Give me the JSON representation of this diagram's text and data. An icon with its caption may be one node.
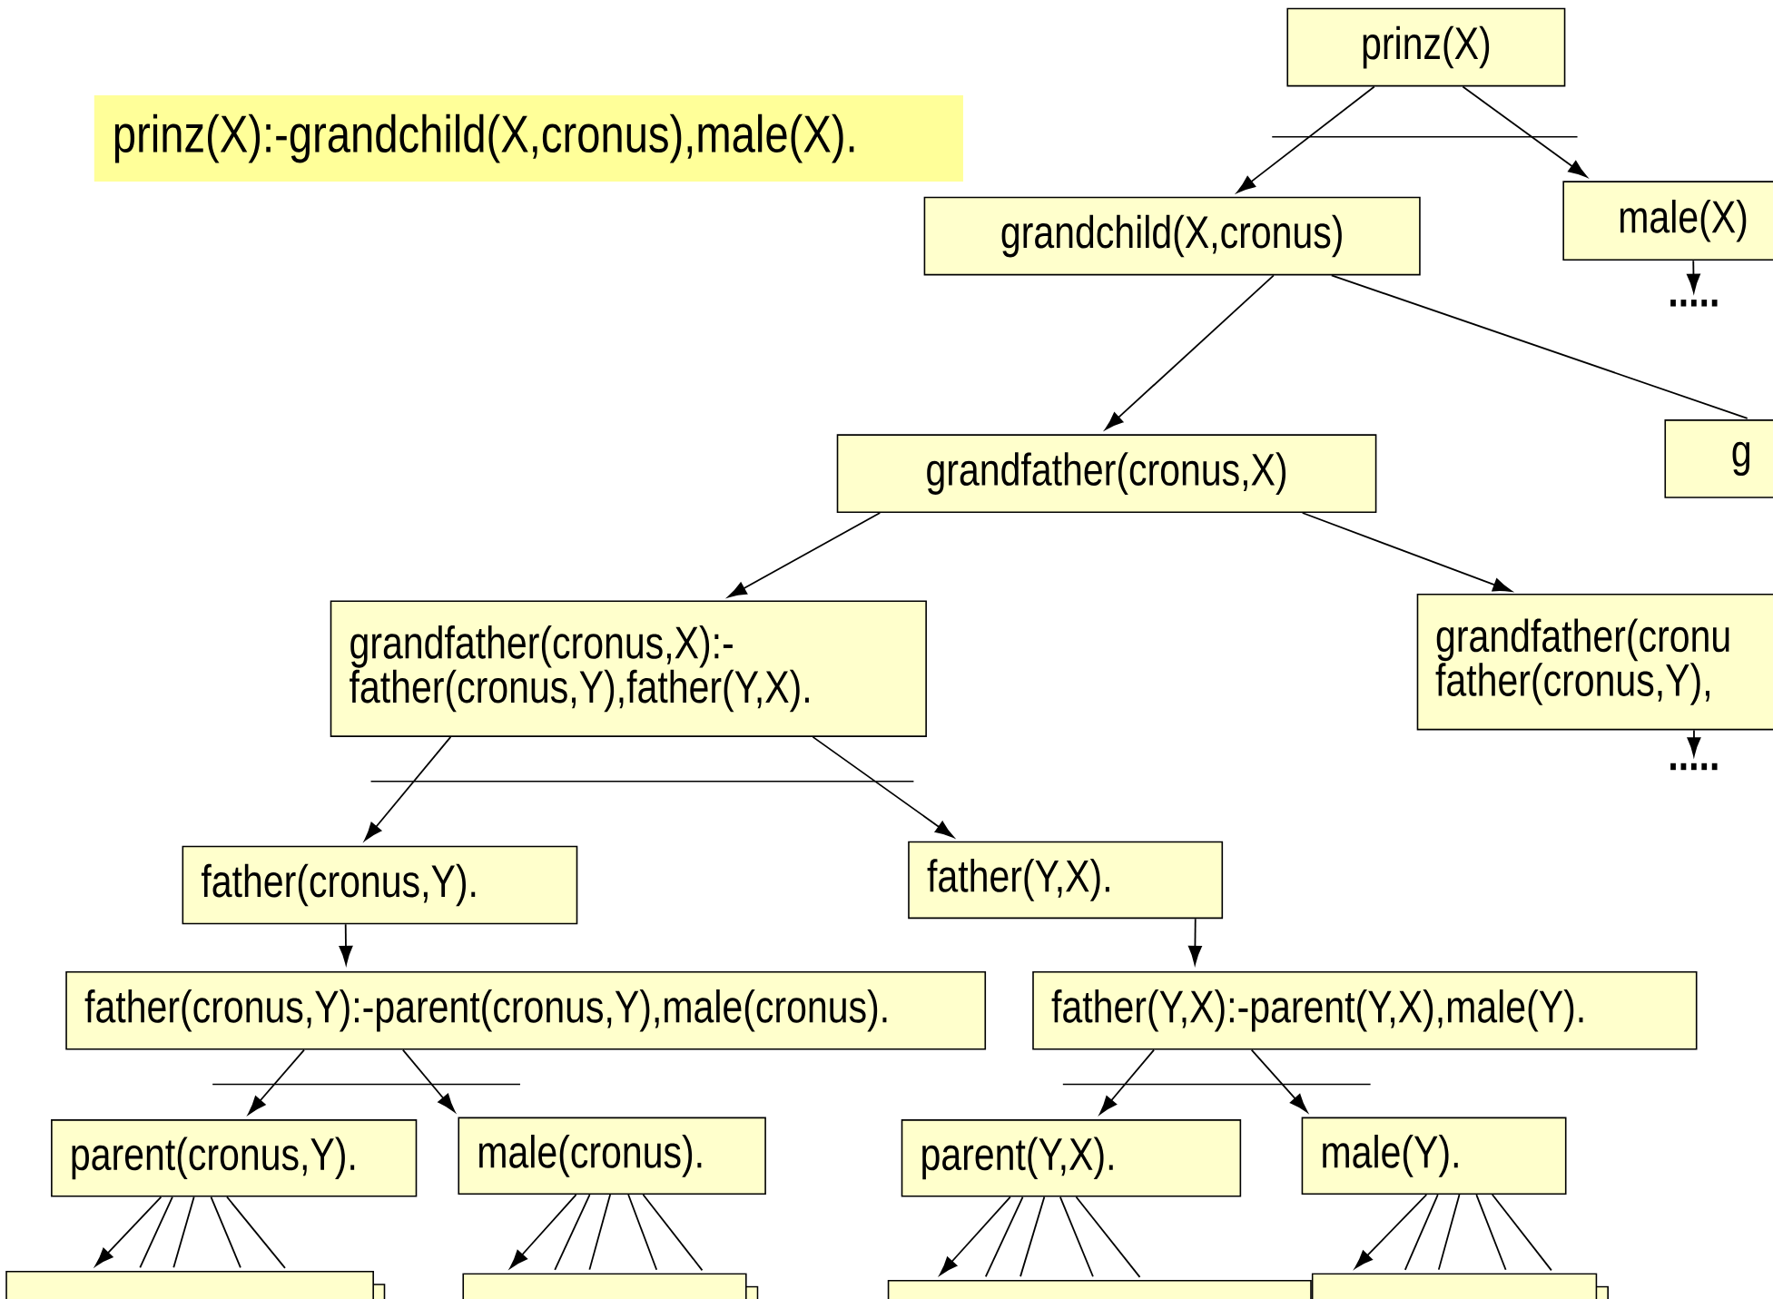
{
  "diagram": {
    "nodes": [
      {
        "text": [
          "prinz(X):-grandchild(X,cronus),male(X)."
        ]
      },
      {
        "text": [
          "prinz(X)"
        ]
      },
      {
        "text": [
          "grandchild(X,cronus)"
        ]
      },
      {
        "text": [
          "male(X)"
        ]
      },
      {
        "text": [
          "....."
        ]
      },
      {
        "text": [
          "grandfather(cronus,X)"
        ]
      },
      {
        "text": [
          "g"
        ]
      },
      {
        "text": [
          "grandfather(cronus,X):- father(cronus,Y),father(Y,X)."
        ]
      },
      {
        "text": [
          "grandfather(cronu father(cronus,Y),"
        ]
      },
      {
        "text": [
          "....."
        ]
      },
      {
        "text": [
          "father(cronus,Y)."
        ]
      },
      {
        "text": [
          "father(Y,X)."
        ]
      },
      {
        "text": [
          "father(cronus,Y):-parent(cronus,Y),male(cronus)."
        ]
      },
      {
        "text": [
          "father(Y,X):-parent(Y,X),male(Y)."
        ]
      },
      {
        "text": [
          "parent(cronus,Y)."
        ]
      },
      {
        "text": [
          "male(cronus)."
        ]
      },
      {
        "text": [
          "parent(Y,X)."
        ]
      },
      {
        "text": [
          "male(Y)."
        ]
      },
      {
        "text": [],
        "shape": "box"
      },
      {
        "text": [],
        "shape": "box"
      },
      {
        "text": [],
        "shape": "box"
      },
      {
        "text": [],
        "shape": "box"
      }
    ],
    "edges": [
      {
        "from": 1,
        "to": 2,
        "arrow": "to"
      },
      {
        "from": 1,
        "to": 3,
        "arrow": "to"
      },
      {
        "from": 3,
        "to": 4,
        "arrow": "to"
      },
      {
        "from": 2,
        "to": 5,
        "arrow": "to"
      },
      {
        "from": 2,
        "to": 6,
        "arrow": "none"
      },
      {
        "from": 5,
        "to": 7,
        "arrow": "to"
      },
      {
        "from": 5,
        "to": 8,
        "arrow": "to"
      },
      {
        "from": 8,
        "to": 9,
        "arrow": "to"
      },
      {
        "from": 7,
        "to": 10,
        "arrow": "to"
      },
      {
        "from": 7,
        "to": 11,
        "arrow": "to"
      },
      {
        "from": 10,
        "to": 12,
        "arrow": "to"
      },
      {
        "from": 11,
        "to": 13,
        "arrow": "to"
      },
      {
        "from": 12,
        "to": 14,
        "arrow": "to"
      },
      {
        "from": 12,
        "to": 15,
        "arrow": "to"
      },
      {
        "from": 13,
        "to": 16,
        "arrow": "to"
      },
      {
        "from": 13,
        "to": 17,
        "arrow": "to"
      },
      {
        "from": 14,
        "to": 18,
        "arrow": "to"
      },
      {
        "from": 14,
        "to": 18,
        "arrow": "none"
      },
      {
        "from": 14,
        "to": 18,
        "arrow": "none"
      },
      {
        "from": 14,
        "to": 18,
        "arrow": "none"
      },
      {
        "from": 14,
        "to": 18,
        "arrow": "none"
      },
      {
        "from": 15,
        "to": 19,
        "arrow": "to"
      },
      {
        "from": 15,
        "to": 19,
        "arrow": "none"
      },
      {
        "from": 15,
        "to": 19,
        "arrow": "none"
      },
      {
        "from": 15,
        "to": 19,
        "arrow": "none"
      },
      {
        "from": 15,
        "to": 19,
        "arrow": "none"
      },
      {
        "from": 16,
        "to": 20,
        "arrow": "to"
      },
      {
        "from": 16,
        "to": 20,
        "arrow": "none"
      },
      {
        "from": 16,
        "to": 20,
        "arrow": "none"
      },
      {
        "from": 16,
        "to": 20,
        "arrow": "none"
      },
      {
        "from": 16,
        "to": 20,
        "arrow": "none"
      },
      {
        "from": 17,
        "to": 21,
        "arrow": "to"
      },
      {
        "from": 17,
        "to": 21,
        "arrow": "none"
      },
      {
        "from": 17,
        "to": 21,
        "arrow": "none"
      },
      {
        "from": 17,
        "to": 21,
        "arrow": "none"
      },
      {
        "from": 17,
        "to": 21,
        "arrow": "none"
      }
    ]
  }
}
